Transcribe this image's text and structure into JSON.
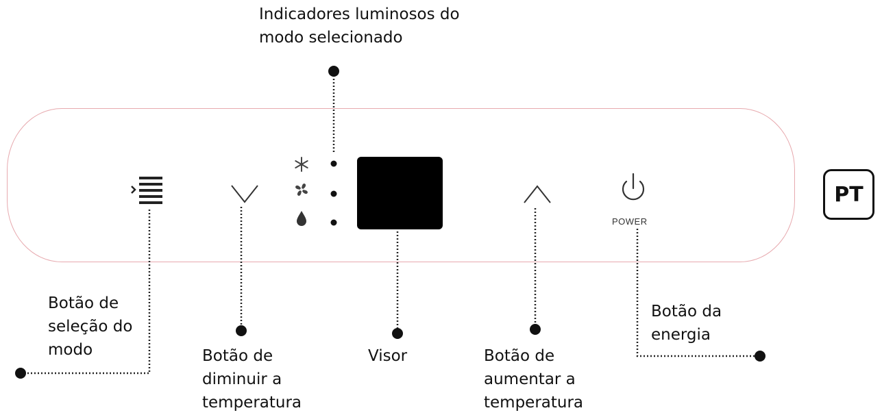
{
  "labels": {
    "indicators": "Indicadores luminosos do\nmodo selecionado",
    "mode_button": "Botão de\nseleção do\nmodo",
    "decrease_button": "Botão de\ndiminuir a\ntemperatura",
    "display": "Visor",
    "increase_button": "Botão de\naumentar a\ntemperatura",
    "power_button": "Botão da\nenergia"
  },
  "panel": {
    "power_label": "POWER",
    "indicator_icons": [
      "snowflake-icon",
      "fan-icon",
      "water-drop-icon"
    ]
  },
  "badge": "PT",
  "colors": {
    "panel_border": "#e7a9ae",
    "display": "#000000",
    "text": "#111111"
  }
}
